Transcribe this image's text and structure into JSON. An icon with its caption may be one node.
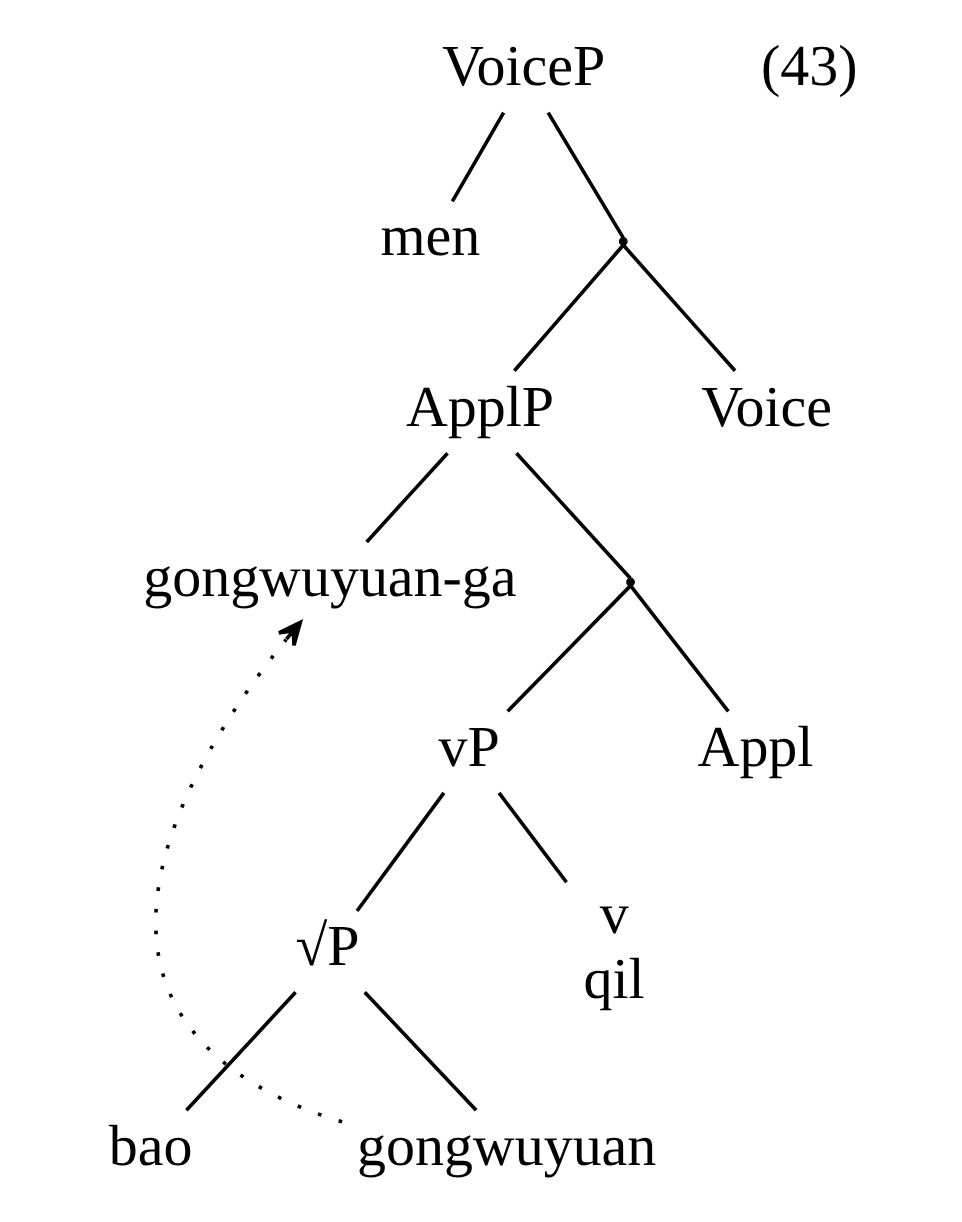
{
  "diagram": {
    "nodes": [
      {
        "text": [
          "VoiceP"
        ]
      },
      {
        "text": [
          "men"
        ]
      },
      {
        "text": [],
        "shape": "point"
      },
      {
        "text": [
          "ApplP"
        ]
      },
      {
        "text": [
          "Voice"
        ]
      },
      {
        "text": [
          "gongwuyuan-ga"
        ]
      },
      {
        "text": [],
        "shape": "point"
      },
      {
        "text": [
          "vP"
        ]
      },
      {
        "text": [
          "Appl"
        ]
      },
      {
        "text": [
          "√P"
        ]
      },
      {
        "text": [
          "v",
          "qil"
        ]
      },
      {
        "text": [
          "bao"
        ]
      },
      {
        "text": [
          "gongwuyuan"
        ]
      }
    ],
    "edges": [
      {
        "from": 0,
        "to": 1,
        "arrow": "none"
      },
      {
        "from": 0,
        "to": 2,
        "arrow": "none"
      },
      {
        "from": 2,
        "to": 3,
        "arrow": "none"
      },
      {
        "from": 2,
        "to": 4,
        "arrow": "none"
      },
      {
        "from": 3,
        "to": 5,
        "arrow": "none"
      },
      {
        "from": 3,
        "to": 6,
        "arrow": "none"
      },
      {
        "from": 6,
        "to": 7,
        "arrow": "none"
      },
      {
        "from": 6,
        "to": 8,
        "arrow": "none"
      },
      {
        "from": 7,
        "to": 9,
        "arrow": "none"
      },
      {
        "from": 7,
        "to": 10,
        "arrow": "none"
      },
      {
        "from": 9,
        "to": 11,
        "arrow": "none"
      },
      {
        "from": 9,
        "to": 12,
        "arrow": "none"
      },
      {
        "from": 12,
        "to": 5,
        "arrow": "to",
        "style": "dashed"
      }
    ],
    "labels": [
      "(43)"
    ]
  }
}
